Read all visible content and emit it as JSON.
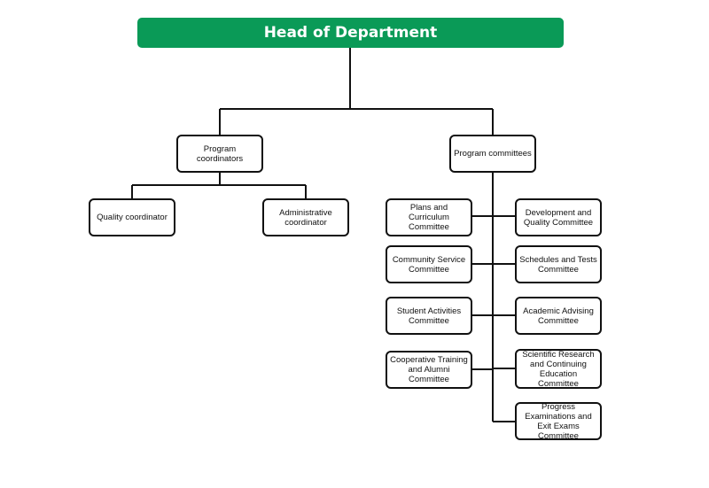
{
  "chart": {
    "head": "Head of Department",
    "level2": {
      "program_coordinators": "Program coordinators",
      "program_committees": "Program committees"
    },
    "coordinators": {
      "quality": "Quality coordinator",
      "administrative": "Administrative coordinator"
    },
    "committees_left": {
      "plans": "Plans and Curriculum Committee",
      "community": "Community Service Committee",
      "student": "Student Activities Committee",
      "cooperative": "Cooperative Training and Alumni Committee"
    },
    "committees_right": {
      "development": "Development and Quality Committee",
      "schedules": "Schedules and Tests Committee",
      "advising": "Academic Advising Committee",
      "research": "Scientific Research and Continuing Education Committee",
      "progress": "Progress Examinations and Exit Exams Committee"
    }
  },
  "colors": {
    "head_fill": "#0a9a57",
    "lines": "#111111"
  }
}
